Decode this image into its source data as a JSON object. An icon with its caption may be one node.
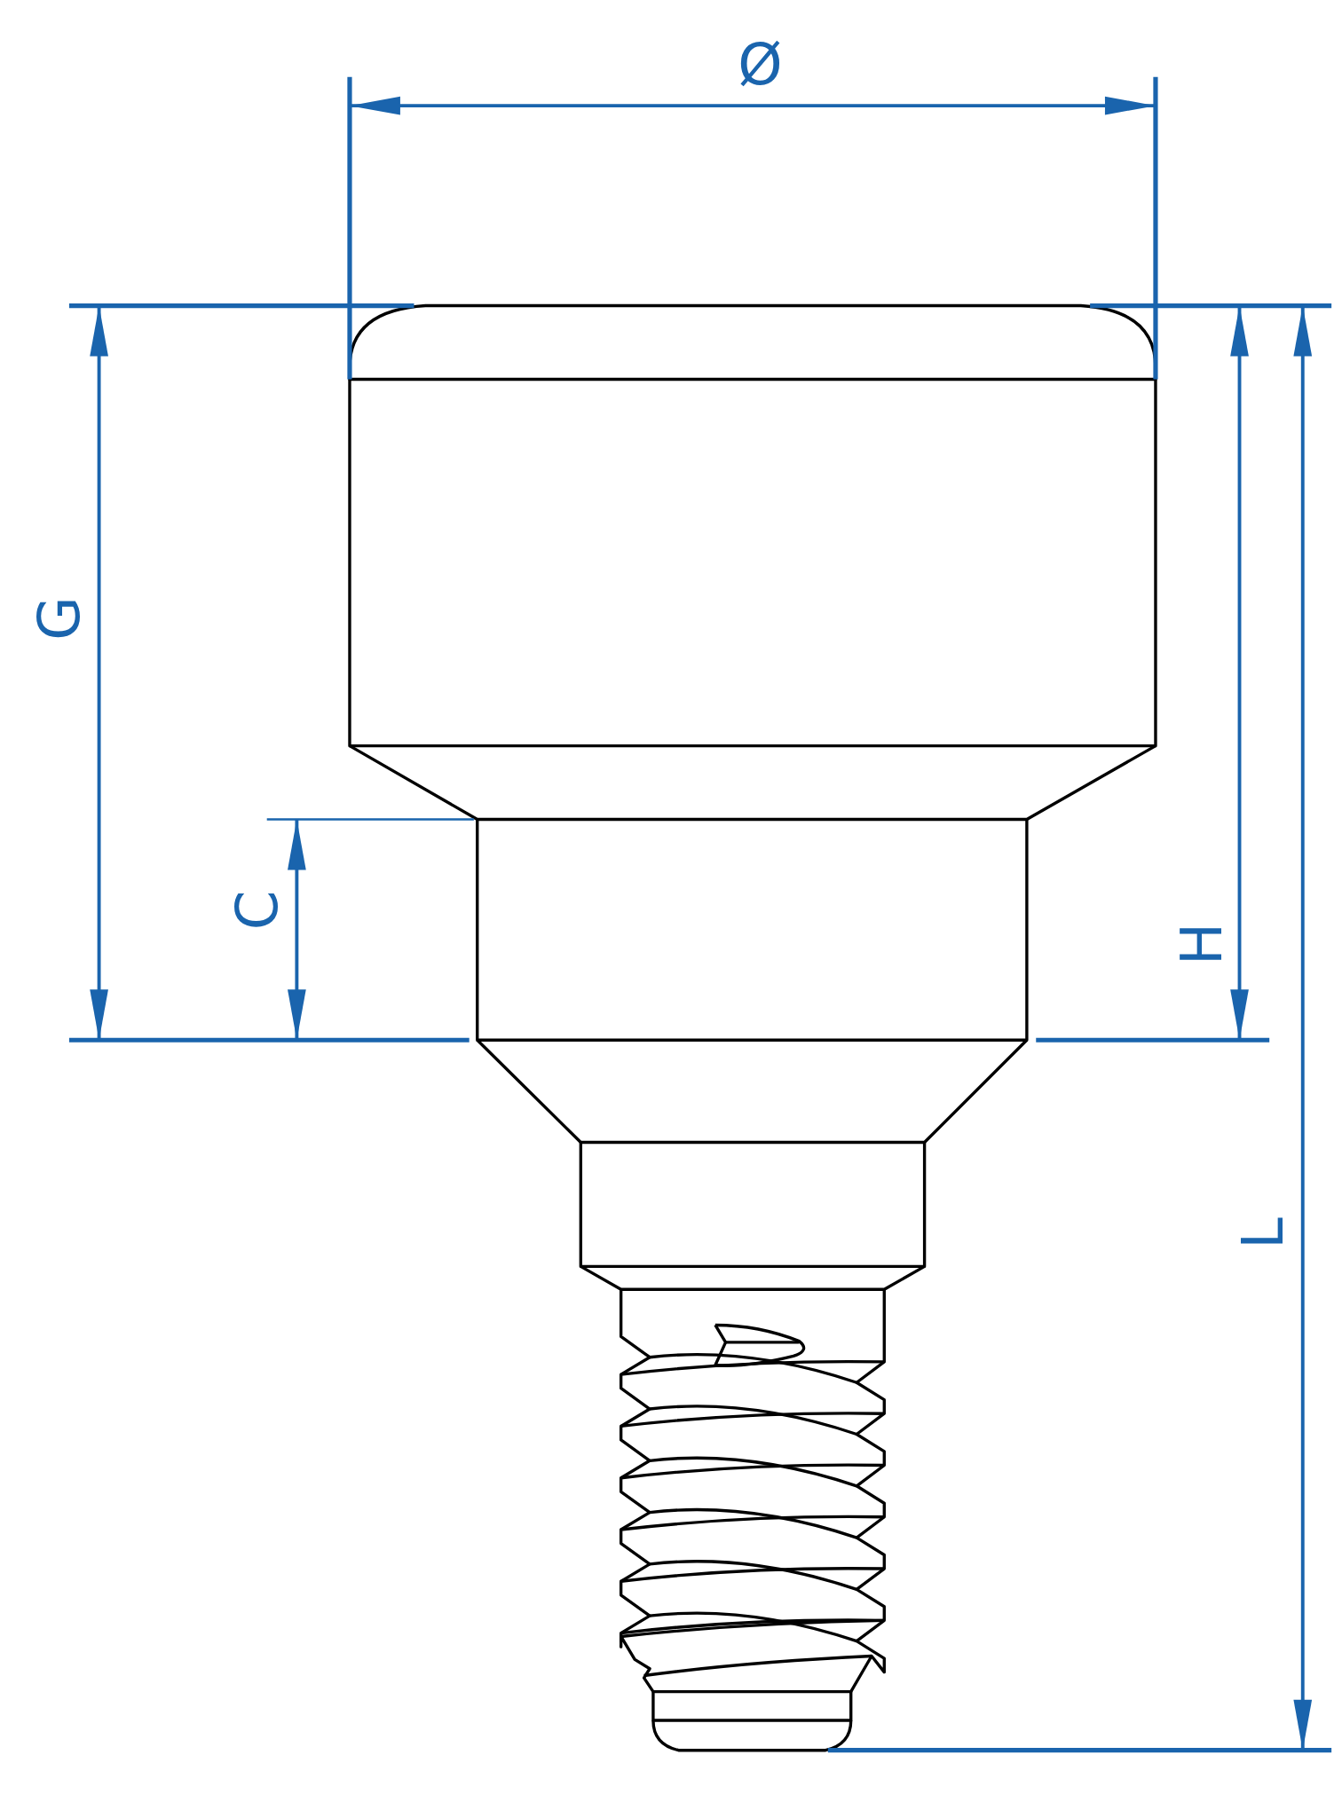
{
  "diagram": {
    "labels": [
      "Ø",
      "G",
      "C",
      "H",
      "L"
    ]
  }
}
